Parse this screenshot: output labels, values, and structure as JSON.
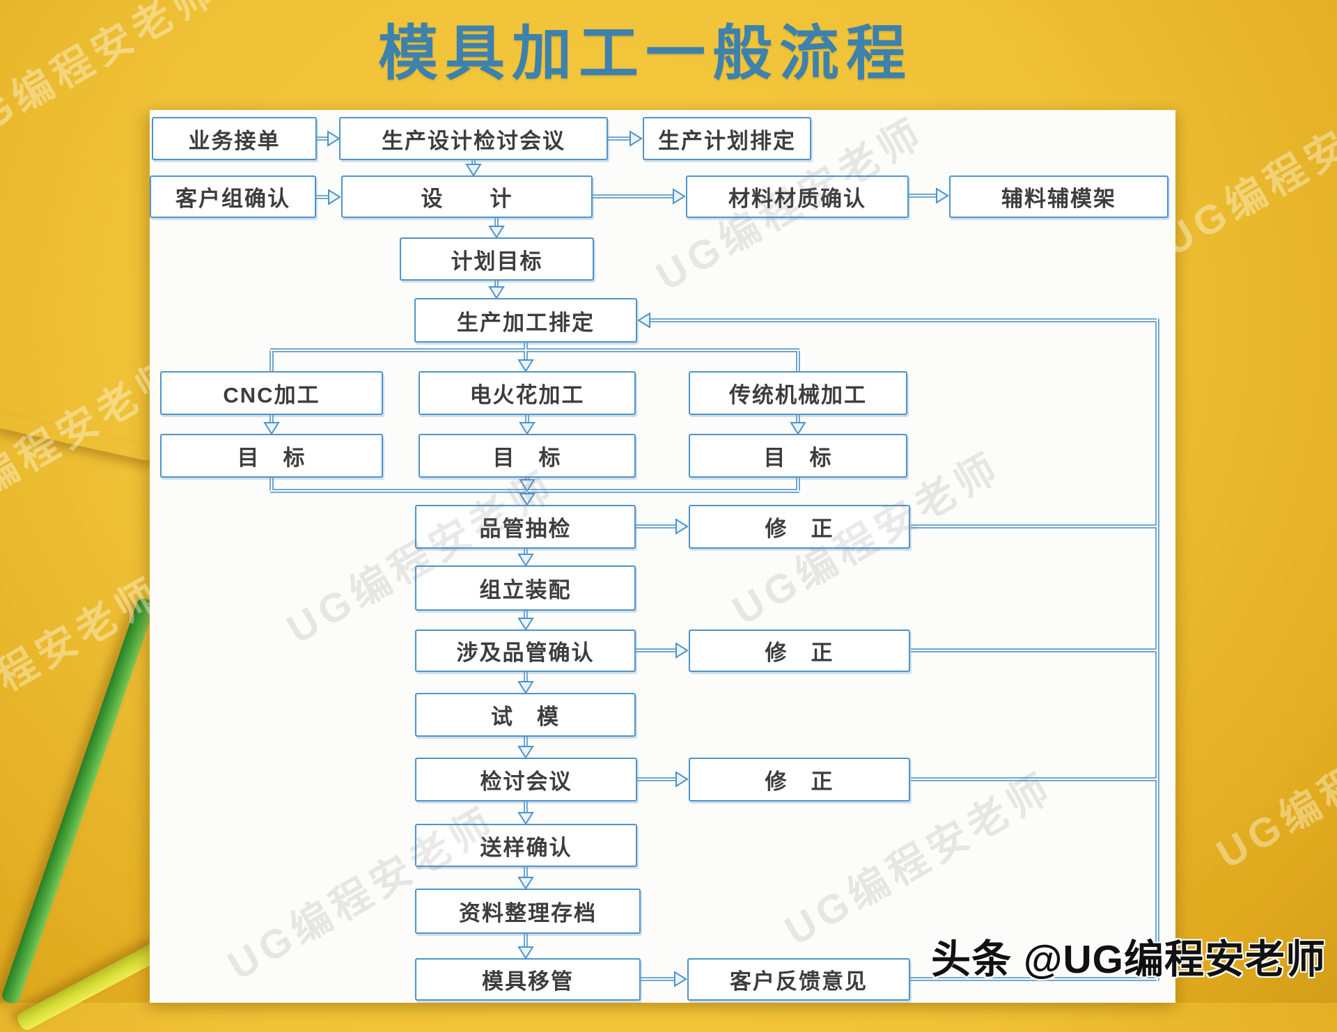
{
  "title": "模具加工一般流程",
  "watermark": {
    "diagonal": "UG编程安老师",
    "footer": "头条 @UG编程安老师"
  },
  "colors": {
    "background_yellow": "#efc136",
    "accent_blue": "#4e93c9",
    "title_blue": "#3d81ad",
    "box_text": "#3d3d3d",
    "pencil_orange": "#e85a3e",
    "pencil_green": "#43a238",
    "pencil_yellow": "#d6dc35"
  },
  "flowchart": {
    "boxes": {
      "order_intake": "业务接单",
      "design_review": "生产设计检讨会议",
      "production_plan": "生产计划排定",
      "customer_confirm": "客户组确认",
      "design": "设　　计",
      "material_confirm": "材料材质确认",
      "aux_frame": "辅料辅模架",
      "plan_target": "计划目标",
      "prod_scheduling": "生产加工排定",
      "cnc": "CNC加工",
      "edm": "电火花加工",
      "traditional": "传统机械加工",
      "target1": "目　标",
      "target2": "目　标",
      "target3": "目　标",
      "qc_sampling": "品管抽检",
      "revise1": "修　正",
      "assembly": "组立装配",
      "qc_confirm": "涉及品管确认",
      "revise2": "修　正",
      "mold_trial": "试　模",
      "review_meeting": "检讨会议",
      "revise3": "修　正",
      "sample_confirm": "送样确认",
      "archive": "资料整理存档",
      "mold_transfer": "模具移管",
      "customer_feedback": "客户反馈意见"
    }
  }
}
